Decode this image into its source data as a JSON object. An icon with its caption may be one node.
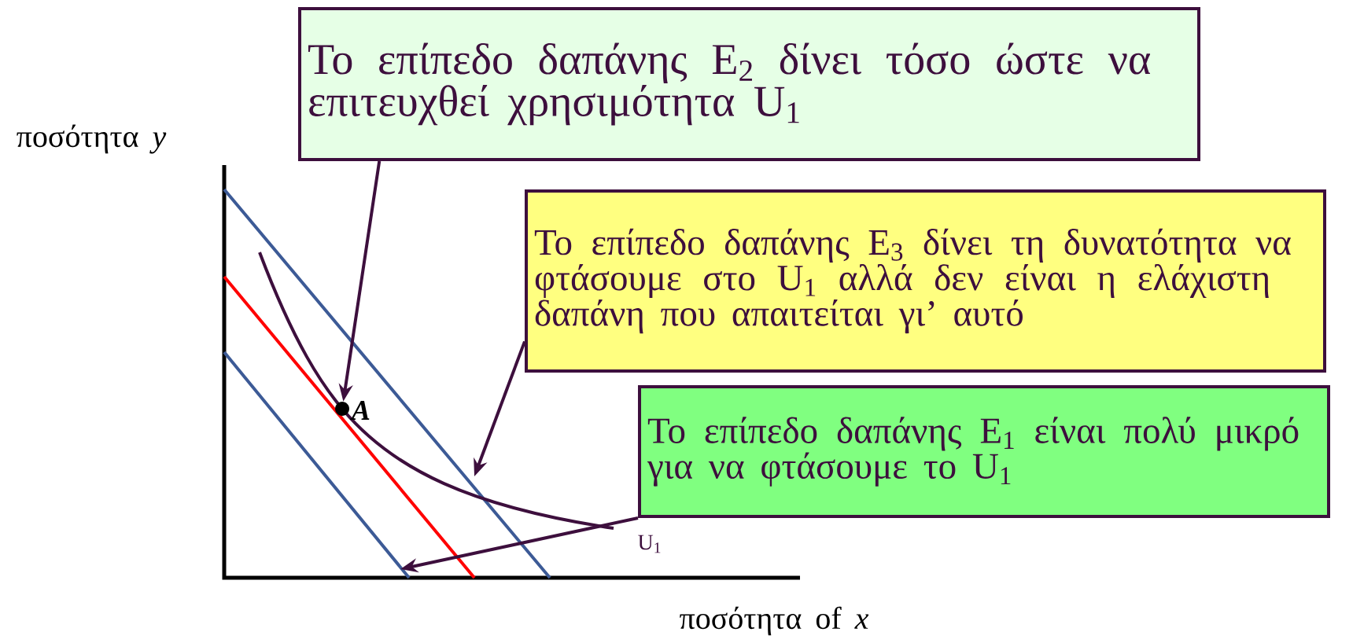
{
  "diagram": {
    "nodes": [
      {
        "text": [
          "Το επίπεδο δαπάνης E$_{2}$ δίνει τόσο ώστε να επιτευχθεί χρησιμότητα U$_{1}$"
        ]
      },
      {
        "text": [
          "Το επίπεδο δαπάνης E$_{3}$ δίνει τη δυνατότητα να φτάσουμε στο U$_{1}$ αλλά δεν είναι η ελάχιστη δαπάνη που απαιτείται γι’ αυτό"
        ]
      },
      {
        "text": [
          "Το επίπεδο δαπάνης E$_{1}$ είναι πολύ μικρό για να φτάσουμε το U$_{1}$"
        ]
      },
      {
        "text": [],
        "shape": "circle",
        "beside": [
          "A"
        ]
      }
    ],
    "edges": [
      {
        "from": 0,
        "to": 3,
        "arrow": "to"
      },
      {
        "from": 1,
        "to": null,
        "arrow": "to"
      },
      {
        "from": 2,
        "to": null,
        "arrow": "to"
      }
    ],
    "labels": [
      "ποσότητα *y*",
      "U$_{1}$",
      "ποσότητα of *x*"
    ]
  }
}
